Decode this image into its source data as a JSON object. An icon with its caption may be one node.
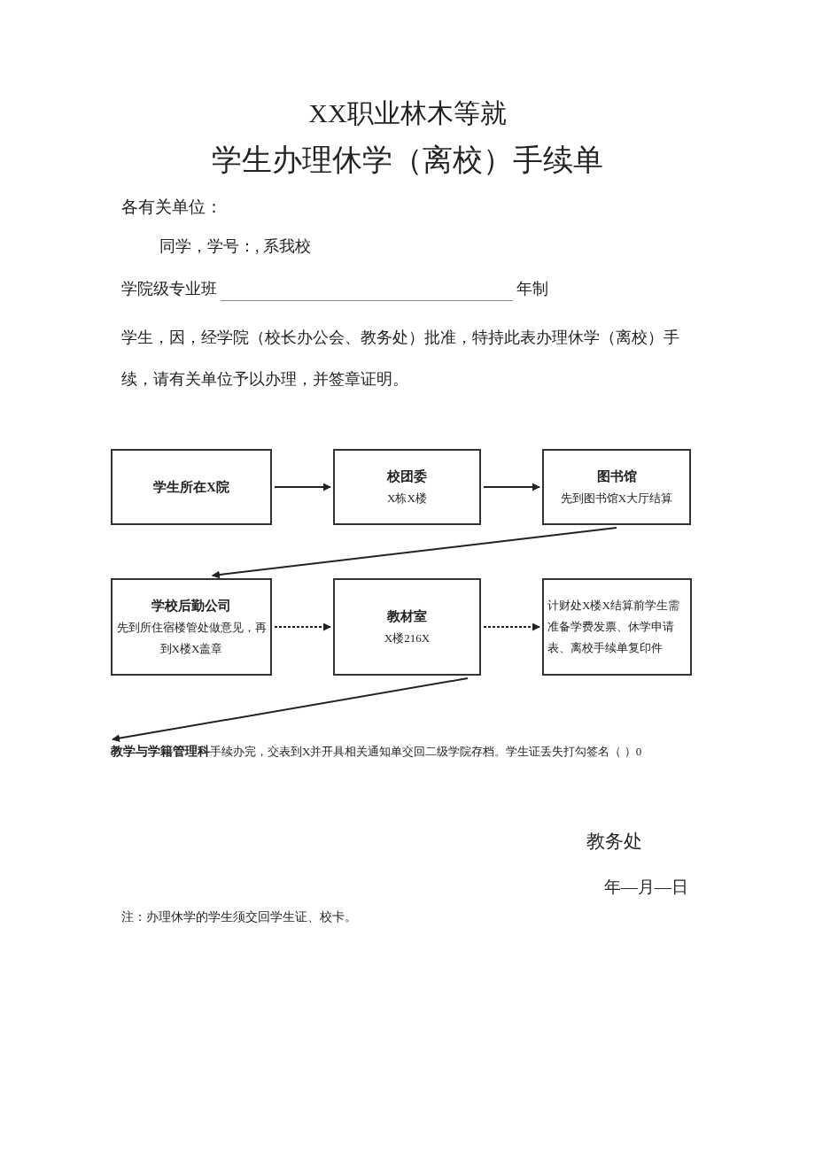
{
  "diagram": {
    "title": "XX职业林木等就",
    "nodes": [
      {
        "text": [
          "学生所在X院"
        ]
      },
      {
        "text": [
          "校团委",
          "X栋X楼"
        ]
      },
      {
        "text": [
          "图书馆",
          "先到图书馆X大厅结算"
        ]
      },
      {
        "text": [
          "学校后勤公司",
          "先到所住宿楼管处做意见，再到X楼X盖章"
        ]
      },
      {
        "text": [
          "教材室",
          "X楼216X"
        ]
      },
      {
        "text": [
          "计财处X楼X结算前学生需准备学费发票、休学申请表、离校手续单复印件"
        ]
      },
      {
        "text": [
          "教学与学籍管理科"
        ],
        "beside": [
          "手续办完，交表到X并开具相关通知单交回二级学院存档。学生证丢失打勾签名（ ）0"
        ]
      }
    ],
    "edges": [
      {
        "from": 0,
        "to": 1,
        "arrow": "to"
      },
      {
        "from": 1,
        "to": 2,
        "arrow": "to"
      },
      {
        "from": 2,
        "to": 3,
        "arrow": "to"
      },
      {
        "from": 3,
        "to": 4,
        "arrow": "to",
        "style": "dashed"
      },
      {
        "from": 4,
        "to": 5,
        "arrow": "to",
        "style": "dashed"
      },
      {
        "from": 4,
        "to": 6,
        "arrow": "to"
      }
    ],
    "labels": [
      "学生办理休学（离校）手续单",
      "各有关单位：",
      "同学，学号：, 系我校",
      "学院级专业班",
      "年制",
      "学生，因，经学院（校长办公会、教务处）批准，特持此表办理休学（离校）手续，请有关单位予以办理，并签章证明。",
      "教务处",
      "年—月—日",
      "注：办理休学的学生须交回学生证、校卡。"
    ]
  }
}
